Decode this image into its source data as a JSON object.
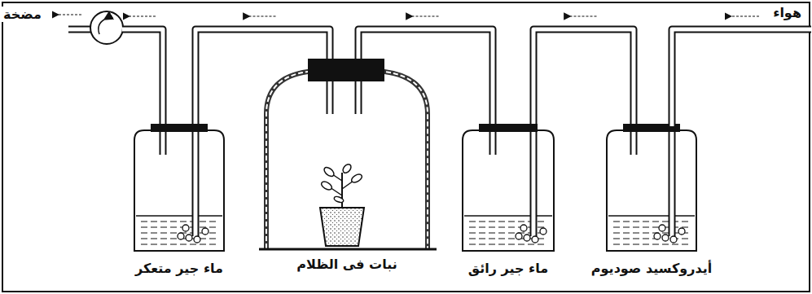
{
  "diagram": {
    "nodes": [
      {
        "text": [
          "أيدروكسيد صوديوم"
        ]
      },
      {
        "text": [
          "ماء جير رائق"
        ]
      },
      {
        "text": [
          "نبات فى الظلام"
        ]
      },
      {
        "text": [
          "ماء جير متعكر"
        ]
      },
      {
        "text": [
          "مضخة"
        ]
      }
    ],
    "edges": [
      {
        "from": 0,
        "to": 1,
        "arrow": "to"
      },
      {
        "from": 1,
        "to": 2,
        "arrow": "to"
      },
      {
        "from": 2,
        "to": 3,
        "arrow": "to"
      },
      {
        "from": 3,
        "to": 4,
        "arrow": "to"
      }
    ],
    "labels": [
      "هواء"
    ]
  }
}
